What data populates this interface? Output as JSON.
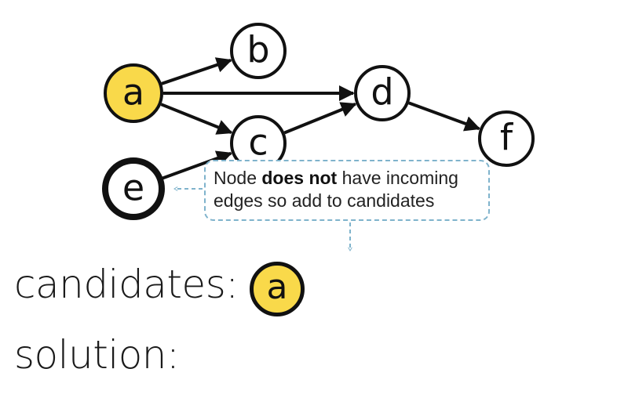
{
  "graph": {
    "nodes": [
      {
        "id": "a",
        "label": "a",
        "fill": "#f9d94a",
        "emphasis": false
      },
      {
        "id": "b",
        "label": "b",
        "fill": "#ffffff",
        "emphasis": false
      },
      {
        "id": "c",
        "label": "c",
        "fill": "#ffffff",
        "emphasis": false
      },
      {
        "id": "d",
        "label": "d",
        "fill": "#ffffff",
        "emphasis": false
      },
      {
        "id": "e",
        "label": "e",
        "fill": "#ffffff",
        "emphasis": true
      },
      {
        "id": "f",
        "label": "f",
        "fill": "#ffffff",
        "emphasis": false
      }
    ],
    "edges": [
      {
        "from": "a",
        "to": "b"
      },
      {
        "from": "a",
        "to": "d"
      },
      {
        "from": "a",
        "to": "c"
      },
      {
        "from": "c",
        "to": "d"
      },
      {
        "from": "d",
        "to": "f"
      },
      {
        "from": "e",
        "to": "c"
      }
    ]
  },
  "callout": {
    "prefix": "Node ",
    "bold": "does not",
    "suffix": " have incoming",
    "line2": "edges so add to candidates"
  },
  "candidates": {
    "label": "candidates:",
    "items": [
      "a"
    ]
  },
  "solution": {
    "label": "solution:",
    "items": []
  },
  "colors": {
    "highlight": "#f9d94a",
    "callout_border": "#7fb3cc",
    "stroke": "#111111"
  }
}
